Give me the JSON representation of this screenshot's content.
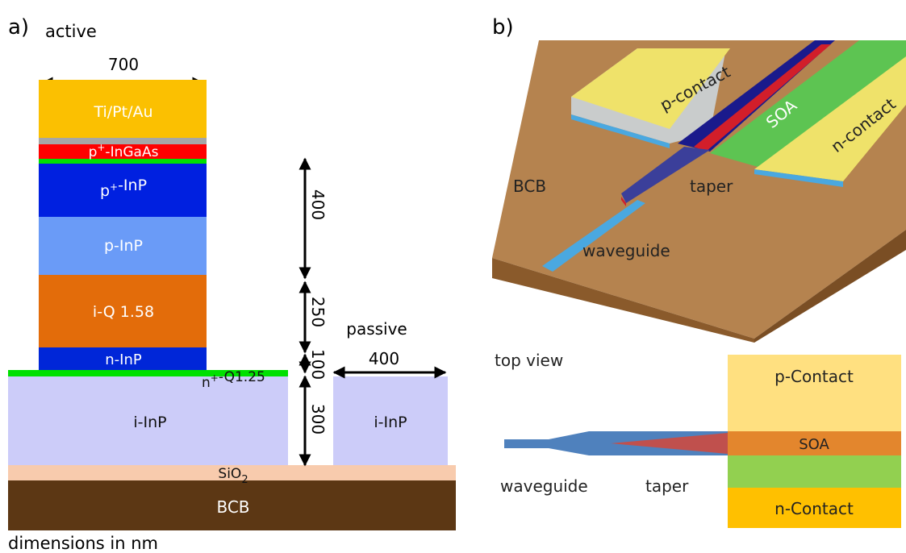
{
  "panel_a": {
    "label": "a)",
    "active_label": "active",
    "passive_label": "passive",
    "width_active": "700",
    "width_passive": "400",
    "layers": {
      "metal": "Ti/Pt/Au",
      "contact": "InGaAs",
      "contact_sup": "p+-",
      "p_plus": "-InP",
      "p_plus_sup": "p+",
      "p_inp": "p-InP",
      "iq": "i-Q 1.58",
      "n_inp": "n-InP",
      "nq_sup": "n+",
      "nq": "-Q1.25",
      "i_inp_left": "i-InP",
      "i_inp_right": "i-InP",
      "sio2": "SiO",
      "sio2_sub": "2",
      "bcb": "BCB"
    },
    "dims": [
      "400",
      "250",
      "100",
      "300"
    ],
    "footnote": "dimensions in nm",
    "colors": {
      "metal": "#FBC001",
      "gray": "#A6A6A6",
      "contact": "#FF0000",
      "green": "#00E000",
      "p_plus": "#0020E0",
      "p_inp": "#6A9BF7",
      "iq": "#E36C0A",
      "n_inp": "#0026D8",
      "i_inp": "#CCCCF9",
      "sio2": "#F8CBAD",
      "bcb": "#5C3714"
    }
  },
  "panel_b": {
    "label": "b)",
    "labels_3d": {
      "p_contact": "p-contact",
      "n_contact": "n-contact",
      "soa": "SOA",
      "bcb": "BCB",
      "taper": "taper",
      "waveguide": "waveguide"
    },
    "top_view": {
      "title": "top view",
      "p_contact": "p-Contact",
      "soa": "SOA",
      "n_contact": "n-Contact",
      "waveguide": "waveguide",
      "taper": "taper"
    },
    "colors": {
      "substrate_top": "#B5834F",
      "substrate_side": "#8A5A2B",
      "contact": "#EFE26A",
      "n_region": "#5DC452",
      "waveguide": "#4AA8E0",
      "taper_top": "#3B3F9A",
      "p_contact_light": "#FFE080",
      "soa_band": "#E3862D",
      "n_green": "#92D050",
      "n_contact_gold": "#FFC000",
      "wg_blue": "#4F81BD",
      "taper_red": "#C0504D"
    }
  }
}
